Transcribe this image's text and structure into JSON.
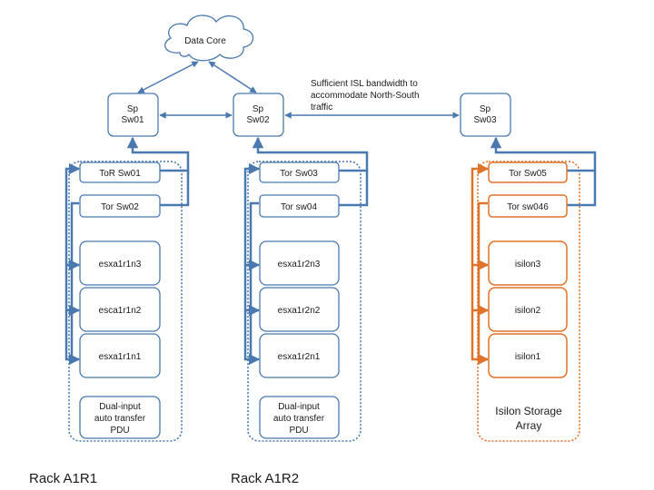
{
  "colors": {
    "blue": "#4a79b0",
    "orange": "#e0732a"
  },
  "cloud": {
    "label": "Data Core"
  },
  "spines": [
    {
      "line1": "Sp",
      "line2": "Sw01"
    },
    {
      "line1": "Sp",
      "line2": "Sw02"
    },
    {
      "line1": "Sp",
      "line2": "Sw03"
    }
  ],
  "isl_note": [
    "Sufficient ISL bandwidth to",
    "accommodate North-South",
    "traffic"
  ],
  "racks": [
    {
      "label": "Rack A1R1",
      "tor": [
        "ToR Sw01",
        "Tor Sw02"
      ],
      "nodes": [
        "esxa1r1n3",
        "esca1r1n2",
        "esxa1r1n1"
      ],
      "pdu": [
        "Dual-input",
        "auto transfer",
        "PDU"
      ]
    },
    {
      "label": "Rack A1R2",
      "tor": [
        "Tor Sw03",
        "Tor sw04"
      ],
      "nodes": [
        "esxa1r2n3",
        "esxa1r2n2",
        "esxa1r2n1"
      ],
      "pdu": [
        "Dual-input",
        "auto transfer",
        "PDU"
      ]
    },
    {
      "label": "",
      "tor": [
        "Tor Sw05",
        "Tor sw046"
      ],
      "nodes": [
        "isilon3",
        "isilon2",
        "isilon1"
      ],
      "storage": [
        "Isilon Storage",
        "Array"
      ]
    }
  ]
}
